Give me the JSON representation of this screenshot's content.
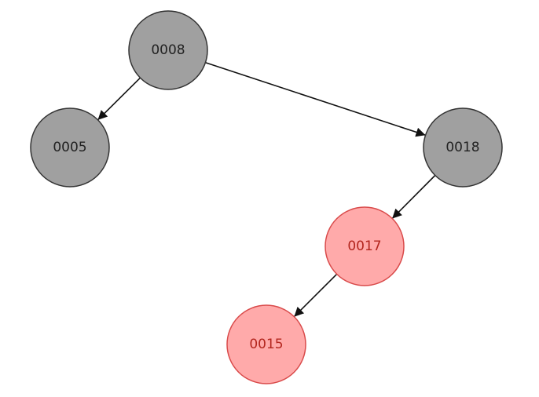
{
  "tree": {
    "nodes": [
      {
        "id": "n8",
        "label": "0008",
        "color": "black"
      },
      {
        "id": "n5",
        "label": "0005",
        "color": "black"
      },
      {
        "id": "n18",
        "label": "0018",
        "color": "black"
      },
      {
        "id": "n17",
        "label": "0017",
        "color": "red"
      },
      {
        "id": "n15",
        "label": "0015",
        "color": "red"
      }
    ],
    "edges": [
      {
        "from": "n8",
        "to": "n5"
      },
      {
        "from": "n8",
        "to": "n18"
      },
      {
        "from": "n18",
        "to": "n17"
      },
      {
        "from": "n17",
        "to": "n15"
      }
    ]
  },
  "palette": {
    "black_fill": "#a0a0a0",
    "black_stroke": "#333333",
    "black_text": "#222222",
    "red_fill": "#ffaaaa",
    "red_stroke": "#d94a4a",
    "red_text": "#b3261e",
    "edge": "#111111"
  }
}
